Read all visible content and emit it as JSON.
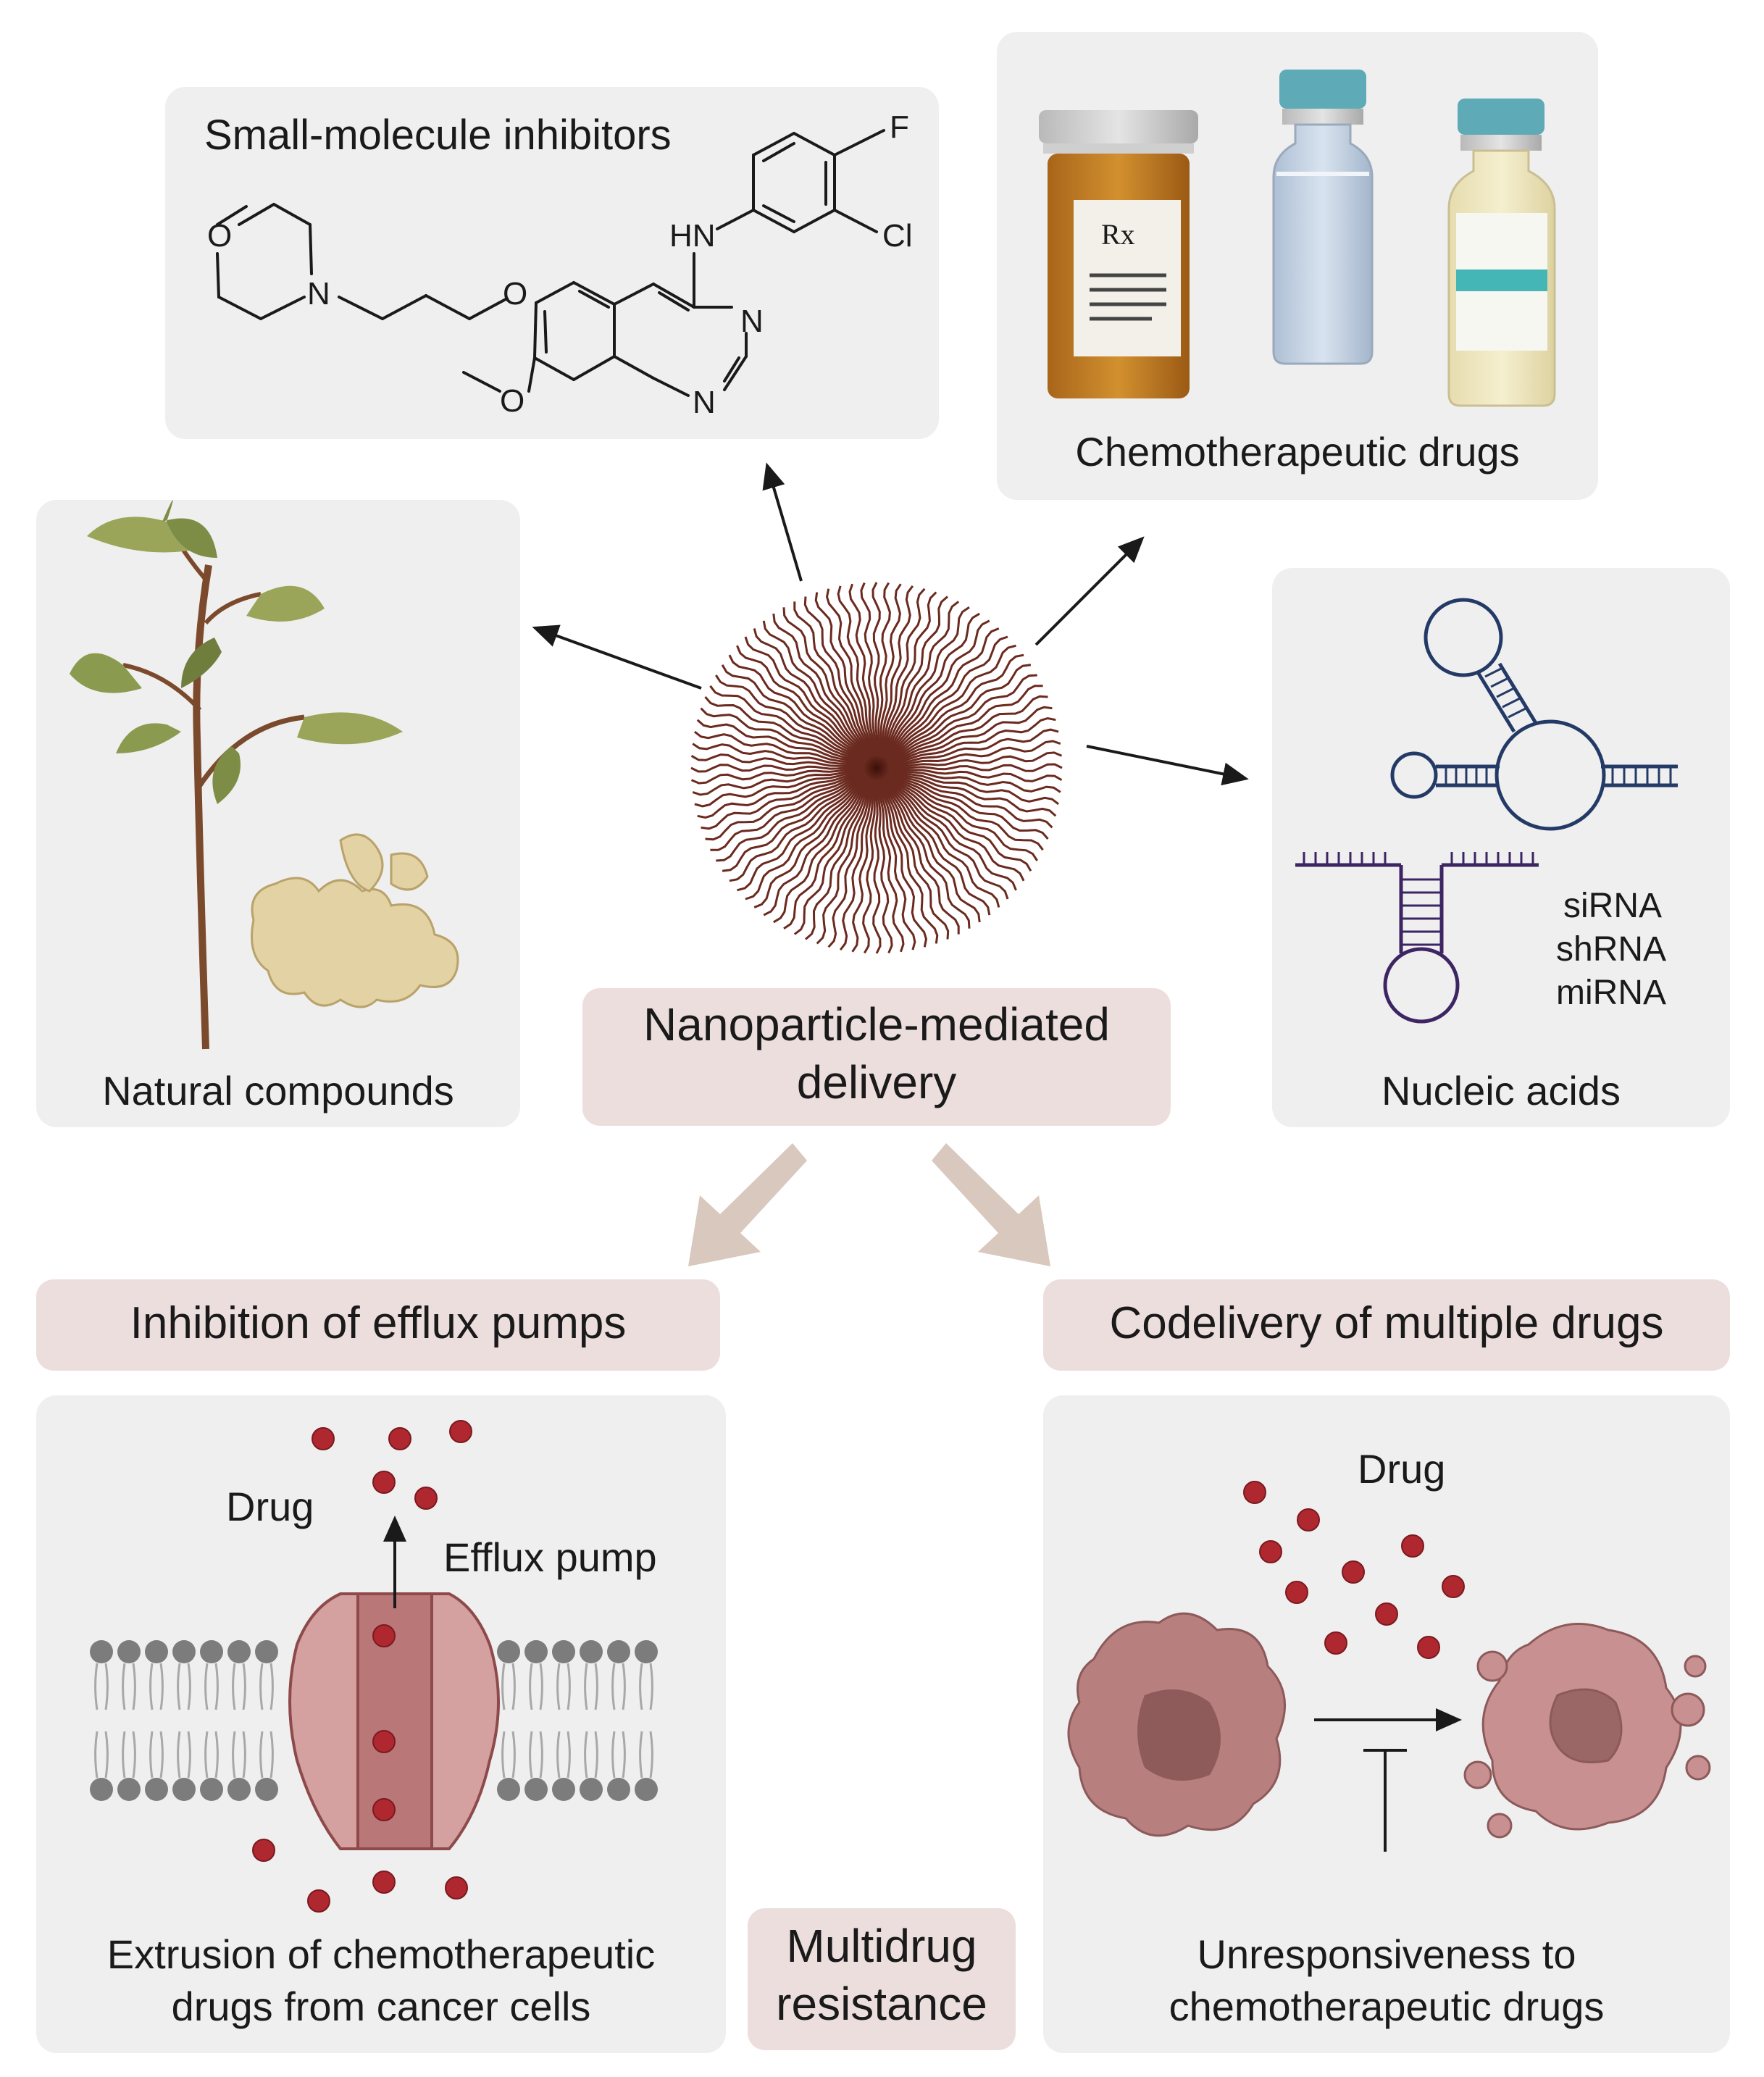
{
  "panels": {
    "small_molecule": {
      "title": "Small-molecule inhibitors",
      "atoms": {
        "f": "F",
        "cl": "Cl",
        "hn": "HN",
        "o_morph": "O",
        "n_morph": "N",
        "o_chain": "O",
        "o_meth": "O",
        "n_top": "N",
        "n_bot": "N"
      }
    },
    "chemo": {
      "label": "Chemotherapeutic drugs",
      "rx": "Rx"
    },
    "natural": {
      "label": "Natural compounds"
    },
    "nucleic": {
      "label": "Nucleic acids",
      "types": [
        "siRNA",
        "shRNA",
        "miRNA"
      ]
    },
    "center": {
      "label_line1": "Nanoparticle-mediated",
      "label_line2": "delivery"
    },
    "efflux": {
      "header": "Inhibition of efflux pumps",
      "drug_label": "Drug",
      "pump_label": "Efflux pump",
      "caption_line1": "Extrusion of chemotherapeutic",
      "caption_line2": "drugs from cancer cells"
    },
    "codelivery": {
      "header": "Codelivery of multiple drugs",
      "drug_label": "Drug",
      "caption_line1": "Unresponsiveness to",
      "caption_line2": "chemotherapeutic drugs"
    },
    "mdr": {
      "line1": "Multidrug",
      "line2": "resistance"
    }
  },
  "colors": {
    "panel_bg": "#efefef",
    "pink_bg": "#eddede",
    "nanoparticle": "#6b2a1f",
    "drug_dot": "#b0282f",
    "nucleic_blue": "#243a66",
    "nucleic_purple": "#3d2463",
    "pump": "#c98a8a",
    "cell": "#b87f7f"
  }
}
